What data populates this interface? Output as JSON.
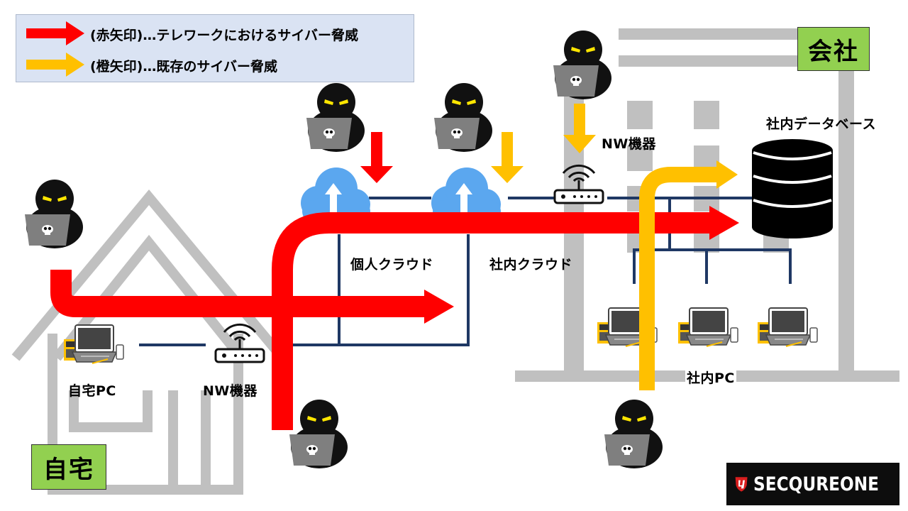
{
  "legend": {
    "red_text": "(赤矢印)…テレワークにおけるサイバー脅威",
    "orange_text": "(橙矢印)…既存のサイバー脅威"
  },
  "places": {
    "company": "会社",
    "home": "自宅"
  },
  "labels": {
    "home_pc": "自宅PC",
    "home_nw": "NW機器",
    "personal_cloud": "個人クラウド",
    "company_cloud": "社内クラウド",
    "company_nw": "NW機器",
    "company_db": "社内データベース",
    "company_pc": "社内PC"
  },
  "logo": {
    "text": "SECQUREONE"
  },
  "colors": {
    "red_arrow": "#ff0000",
    "orange_arrow": "#ffc000",
    "network_line": "#1f3864",
    "building": "#c0c0c0",
    "cloud": "#5ba7ef",
    "place_label_bg": "#92d050",
    "legend_bg": "#dae3f3"
  }
}
